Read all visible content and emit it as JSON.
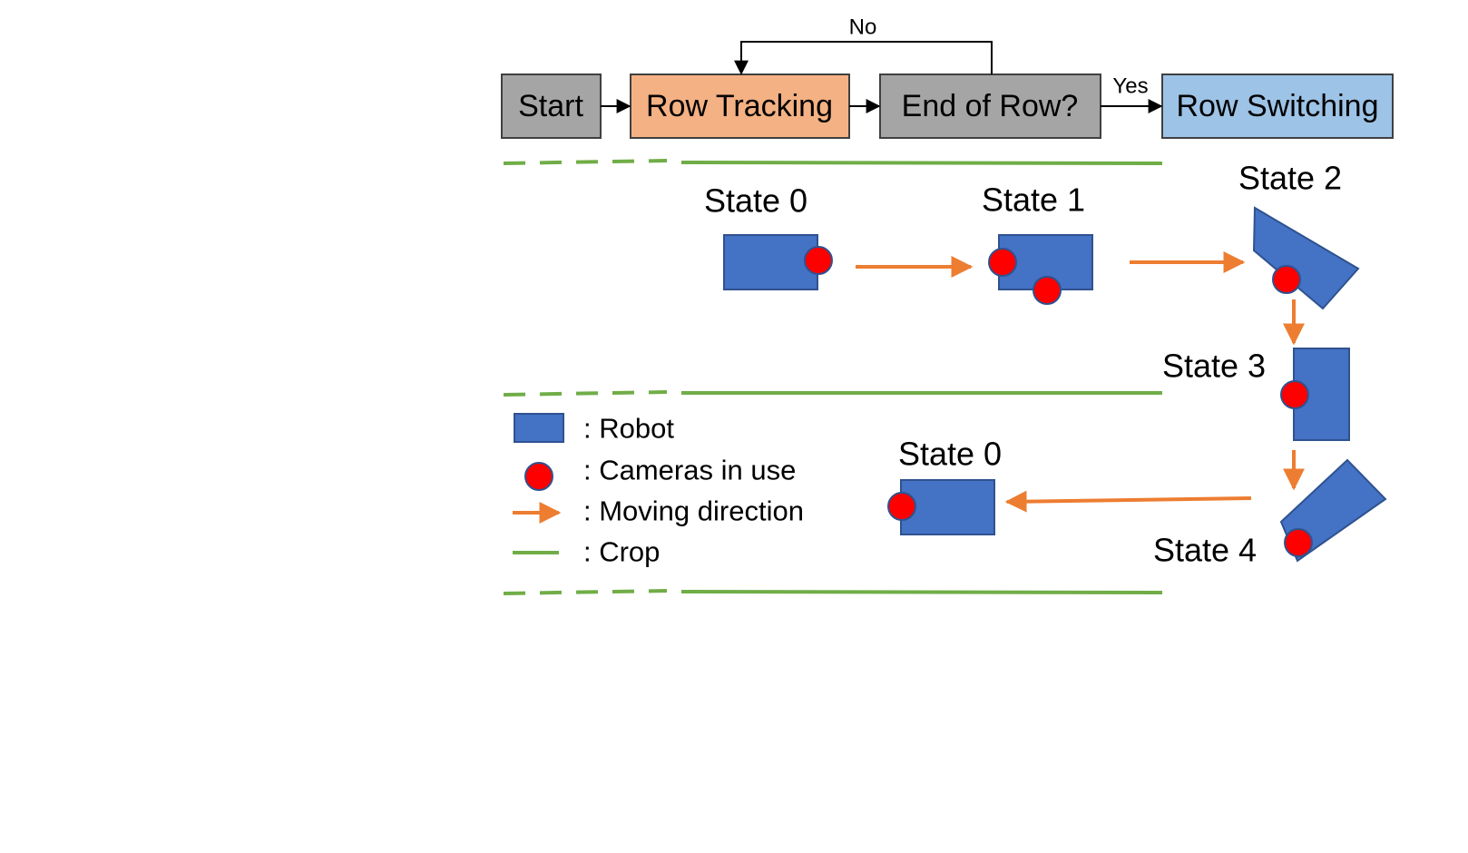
{
  "flowchart": {
    "start": "Start",
    "row_tracking": "Row Tracking",
    "end_of_row": "End of Row?",
    "row_switching": "Row Switching",
    "no_label": "No",
    "yes_label": "Yes"
  },
  "states": {
    "state0_top": "State 0",
    "state1": "State 1",
    "state2": "State 2",
    "state3": "State 3",
    "state4": "State 4",
    "state0_bottom": "State 0"
  },
  "legend": {
    "robot": ": Robot",
    "cameras": ": Cameras in use",
    "moving": ": Moving direction",
    "crop": ": Crop"
  },
  "colors": {
    "robot": "#4472C4",
    "robot_border": "#2F528F",
    "camera": "#FF0000",
    "arrow": "#ED7D31",
    "crop": "#70AD47",
    "start_box": "#A5A5A5",
    "row_tracking_box": "#F4B183",
    "end_of_row_box": "#A5A5A5",
    "row_switching_box": "#9DC3E6"
  }
}
